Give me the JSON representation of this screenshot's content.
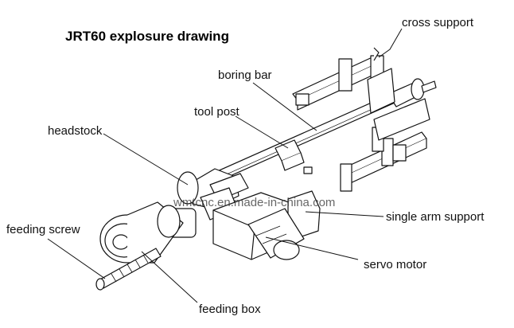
{
  "title": "JRT60 explosure drawing",
  "watermark": "wmtcnc.en.made-in-china.com",
  "labels": {
    "cross_support": "cross support",
    "boring_bar": "boring bar",
    "tool_post": "tool post",
    "headstock": "headstock",
    "single_arm_support": "single arm support",
    "feeding_screw": "feeding screw",
    "servo_motor": "servo motor",
    "feeding_box": "feeding box"
  },
  "colors": {
    "line": "#111111",
    "background": "#ffffff"
  }
}
